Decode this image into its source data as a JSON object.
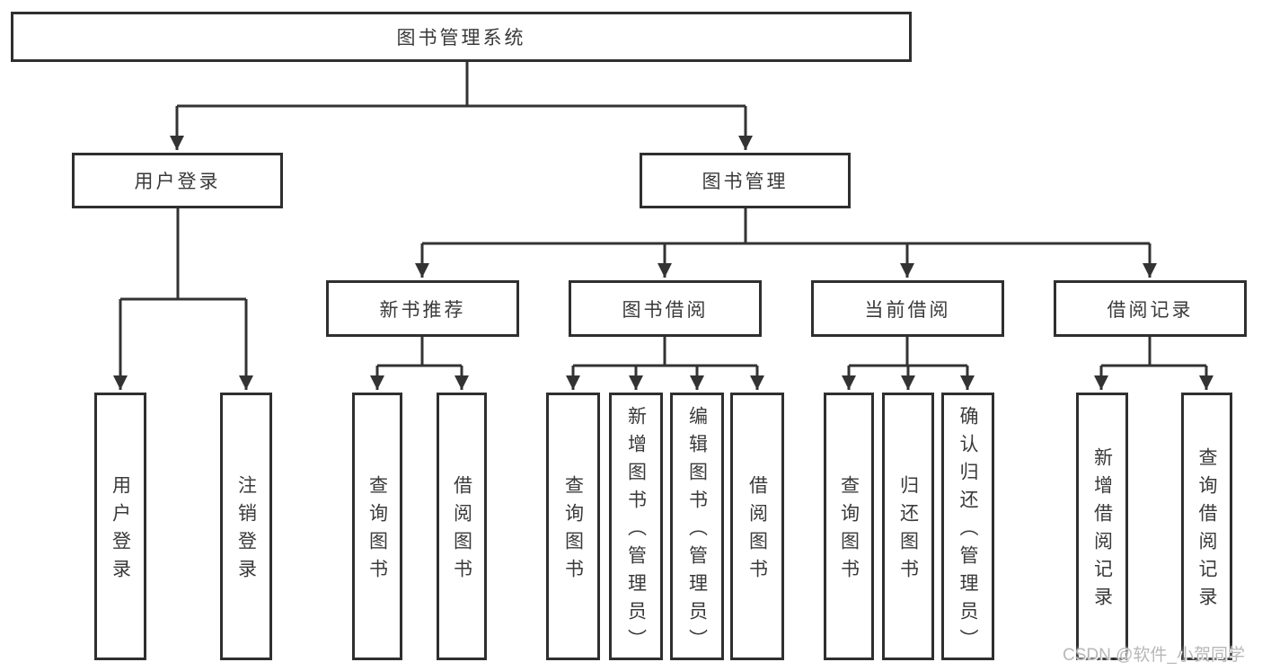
{
  "diagram": {
    "type": "hierarchy-tree",
    "nodes": {
      "root": {
        "label": "图书管理系统"
      },
      "user_login": {
        "label": "用户登录"
      },
      "book_mgmt": {
        "label": "图书管理"
      },
      "new_book_rec": {
        "label": "新书推荐"
      },
      "book_borrow": {
        "label": "图书借阅"
      },
      "current_borrow": {
        "label": "当前借阅"
      },
      "borrow_record": {
        "label": "借阅记录"
      },
      "leaf_user_login": {
        "label": "用户登录"
      },
      "leaf_logout": {
        "label": "注销登录"
      },
      "leaf_nb_query": {
        "label": "查询图书"
      },
      "leaf_nb_borrow": {
        "label": "借阅图书"
      },
      "leaf_bb_query": {
        "label": "查询图书"
      },
      "leaf_bb_add": {
        "label": "新增图书（管理员）"
      },
      "leaf_bb_edit": {
        "label": "编辑图书（管理员）"
      },
      "leaf_bb_borrow": {
        "label": "借阅图书"
      },
      "leaf_cb_query": {
        "label": "查询图书"
      },
      "leaf_cb_return": {
        "label": "归还图书"
      },
      "leaf_cb_confirm": {
        "label": "确认归还（管理员）"
      },
      "leaf_br_add": {
        "label": "新增借阅记录"
      },
      "leaf_br_query": {
        "label": "查询借阅记录"
      }
    },
    "edges": [
      [
        "root",
        "user_login"
      ],
      [
        "root",
        "book_mgmt"
      ],
      [
        "user_login",
        "leaf_user_login"
      ],
      [
        "user_login",
        "leaf_logout"
      ],
      [
        "book_mgmt",
        "new_book_rec"
      ],
      [
        "book_mgmt",
        "book_borrow"
      ],
      [
        "book_mgmt",
        "current_borrow"
      ],
      [
        "book_mgmt",
        "borrow_record"
      ],
      [
        "new_book_rec",
        "leaf_nb_query"
      ],
      [
        "new_book_rec",
        "leaf_nb_borrow"
      ],
      [
        "book_borrow",
        "leaf_bb_query"
      ],
      [
        "book_borrow",
        "leaf_bb_add"
      ],
      [
        "book_borrow",
        "leaf_bb_edit"
      ],
      [
        "book_borrow",
        "leaf_bb_borrow"
      ],
      [
        "current_borrow",
        "leaf_cb_query"
      ],
      [
        "current_borrow",
        "leaf_cb_return"
      ],
      [
        "current_borrow",
        "leaf_cb_confirm"
      ],
      [
        "borrow_record",
        "leaf_br_add"
      ],
      [
        "borrow_record",
        "leaf_br_query"
      ]
    ]
  },
  "watermark": {
    "text": "CSDN @软件_小贺同学"
  },
  "colors": {
    "line": "#333333",
    "box_border": "#2f2f2f",
    "text": "#3a3a3a",
    "watermark": "#b8b8b8",
    "background": "#ffffff"
  }
}
